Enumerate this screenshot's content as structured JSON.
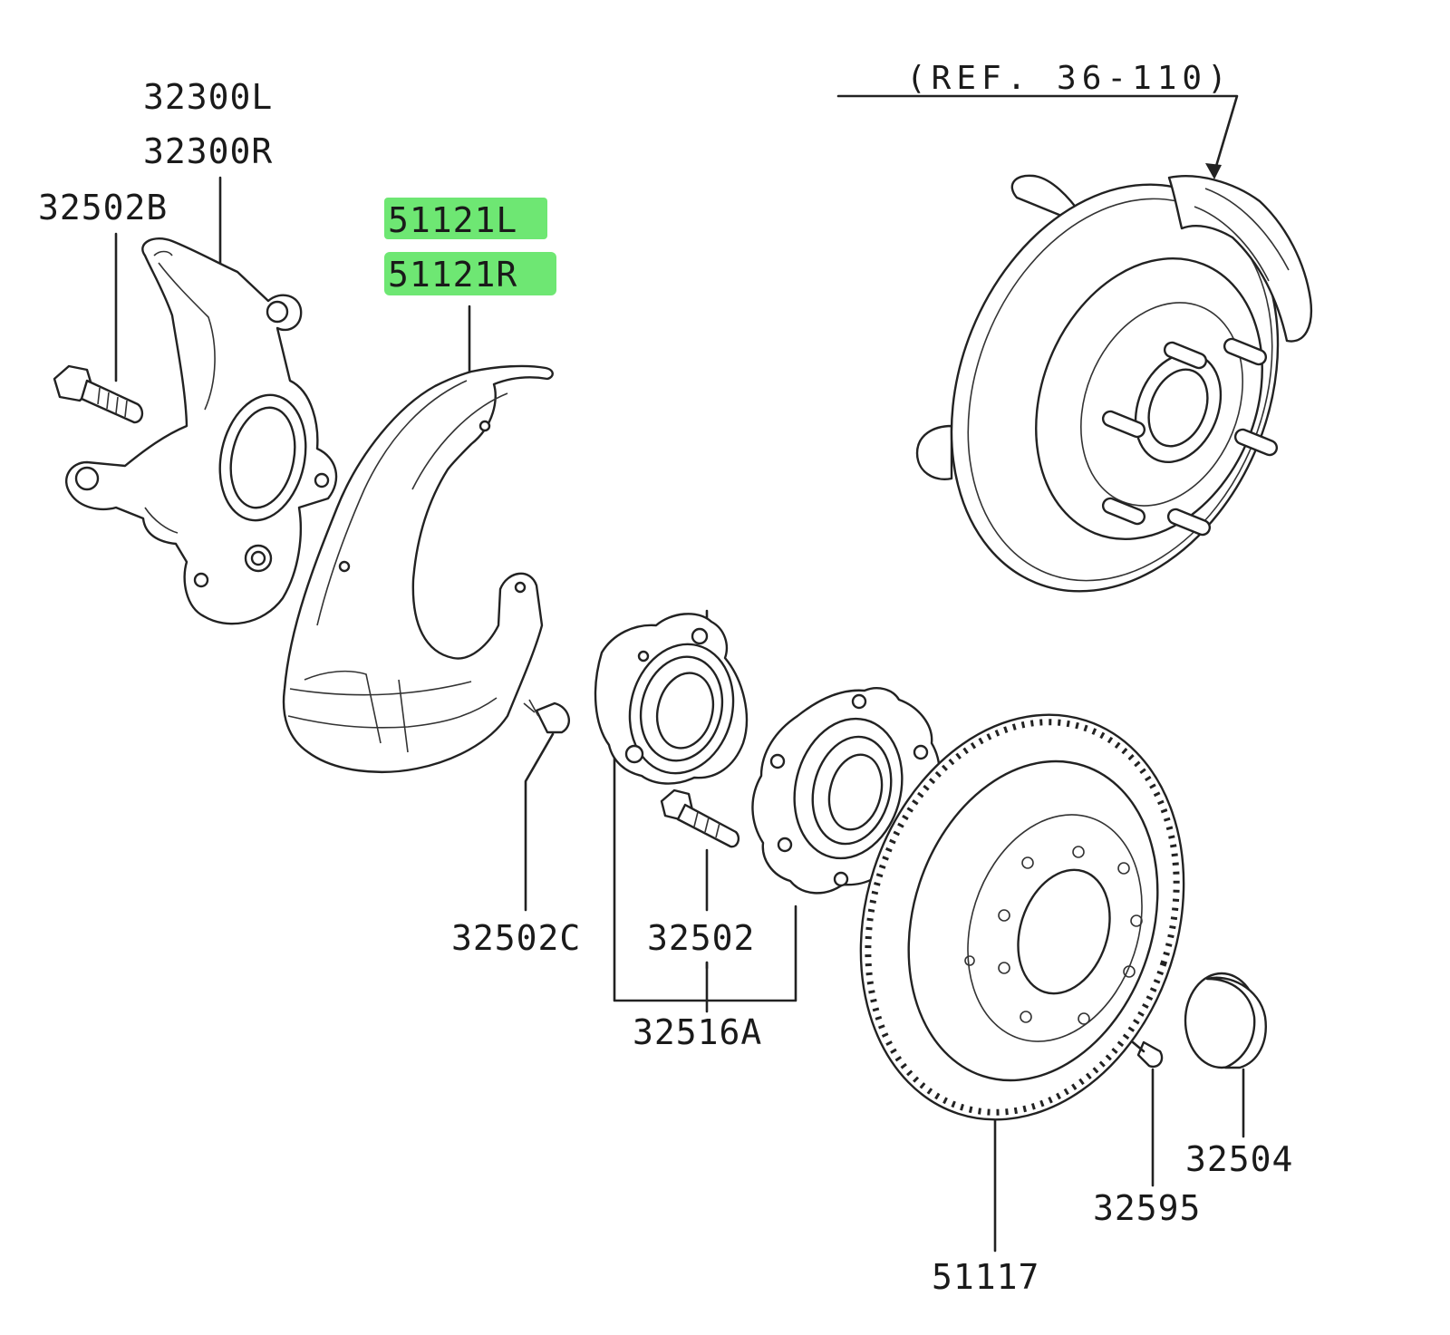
{
  "reference": "(REF. 36-110)",
  "labels": {
    "knuckle_left": "32300L",
    "knuckle_right": "32300R",
    "knuckle_bolt": "32502B",
    "dust_shield_left": "51121L",
    "dust_shield_right": "51121R",
    "shield_screw": "32502C",
    "hub_bolt": "32502",
    "hub_assembly": "32516A",
    "brake_disc": "51117",
    "disc_screw": "32595",
    "hub_cap": "32504"
  },
  "highlight_color": "#55e35a"
}
